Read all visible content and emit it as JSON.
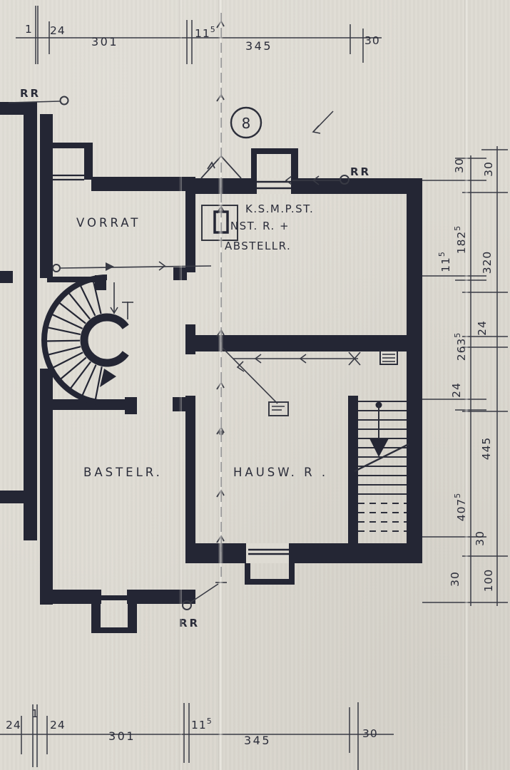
{
  "plan": {
    "sheet_no": "8",
    "labels": {
      "vorrat": "VORRAT",
      "bastelraum": "BASTELR.",
      "hauswirtschaft": "HAUSW. R .",
      "ksmpst": "K.S.M.P.ST.",
      "inst": "INST. R. +",
      "abstell": "ABSTELLR.",
      "rr_top_left": "RR",
      "rr_top_right": "RR",
      "rr_bottom": "RR"
    },
    "dims": {
      "top": [
        {
          "v": "1"
        },
        {
          "v": "24"
        },
        {
          "v": "301"
        },
        {
          "v": "11",
          "sup": "5"
        },
        {
          "v": "345"
        },
        {
          "v": "30"
        }
      ],
      "bottom": [
        {
          "v": "24"
        },
        {
          "v": "1"
        },
        {
          "v": "24"
        },
        {
          "v": "301"
        },
        {
          "v": "11",
          "sup": "5"
        },
        {
          "v": "345"
        },
        {
          "v": "30"
        }
      ],
      "right_inner": [
        {
          "v": "30"
        },
        {
          "v": "182",
          "sup": "5"
        },
        {
          "v": "11",
          "sup": "5"
        },
        {
          "v": "263",
          "sup": "5"
        },
        {
          "v": "24"
        },
        {
          "v": "407",
          "sup": "5"
        },
        {
          "v": "30"
        }
      ],
      "right_outer": [
        {
          "v": "30"
        },
        {
          "v": "320"
        },
        {
          "v": "24"
        },
        {
          "v": "445"
        },
        {
          "v": "30"
        },
        {
          "v": "100"
        }
      ]
    },
    "colors": {
      "paper": "#dedbd3",
      "wall_ink": "#242634",
      "line_ink": "#383a44",
      "text_ink": "#2b2d3a"
    }
  }
}
